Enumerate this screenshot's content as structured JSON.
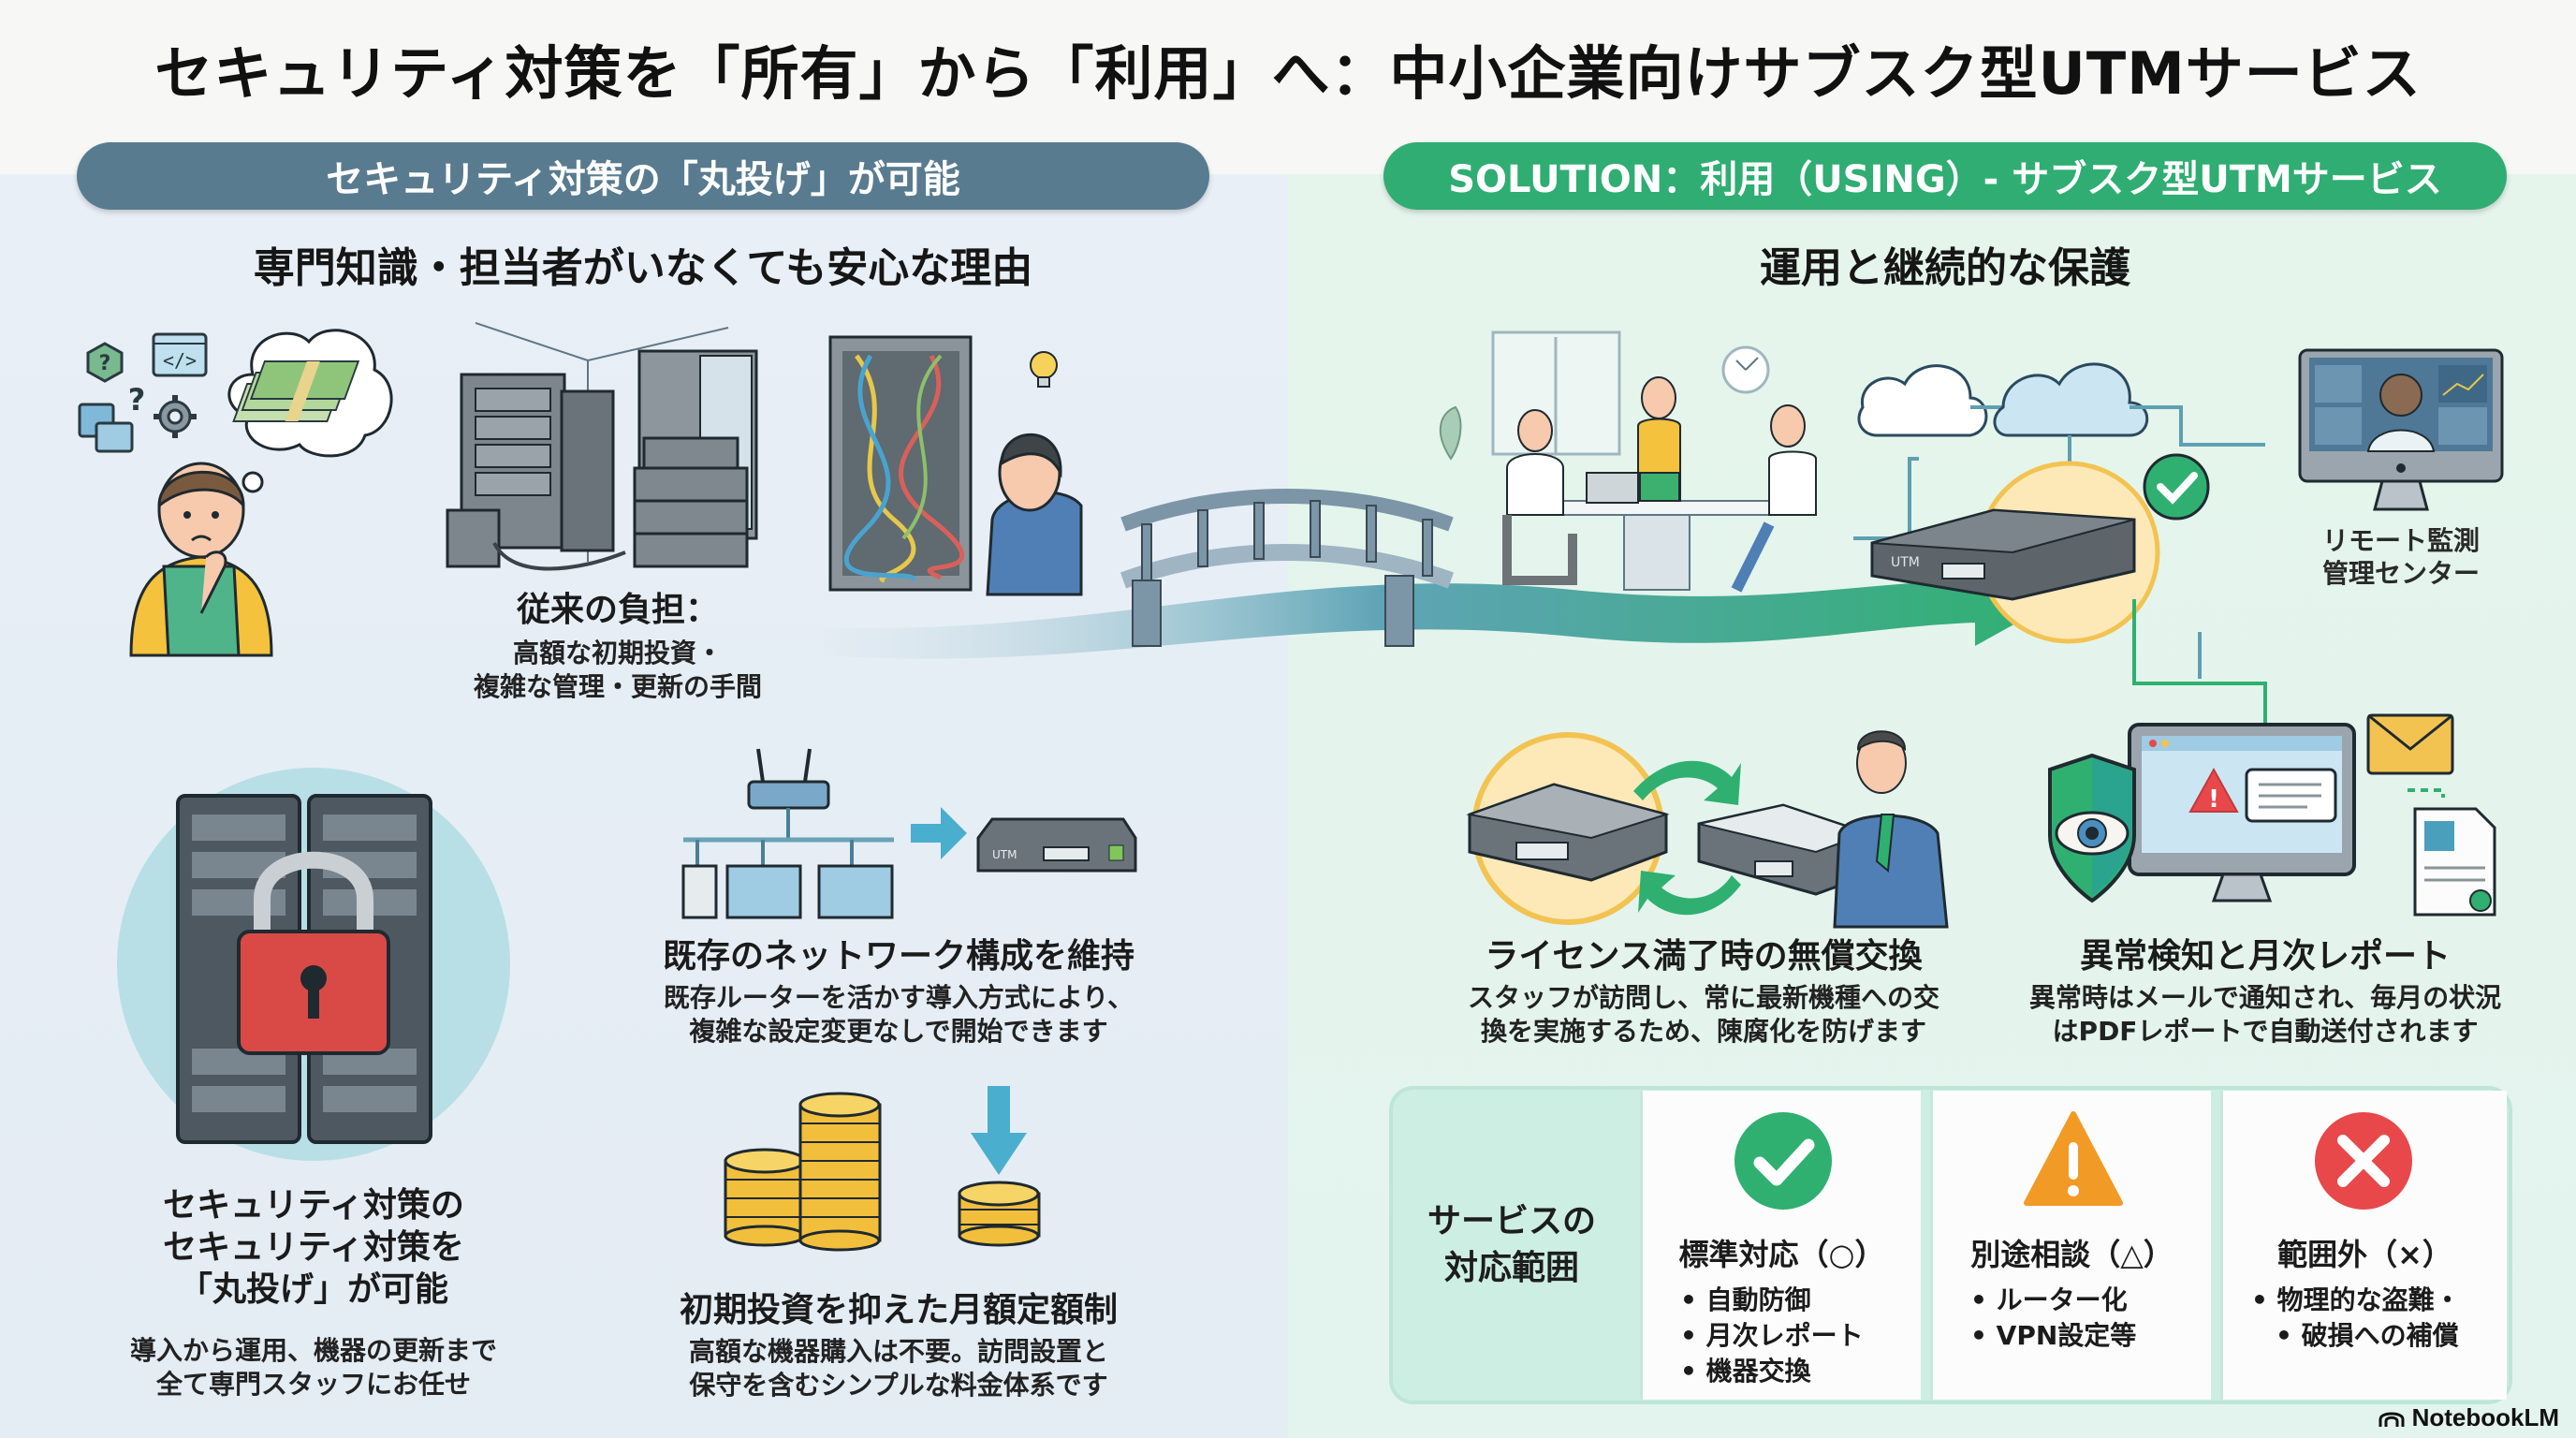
{
  "title": "セキュリティ対策を「所有」から「利用」へ：中小企業向けサブスク型UTMサービス",
  "left_panel": {
    "header": "セキュリティ対策の「丸投げ」が可能",
    "subtitle": "専門知識・担当者がいなくても安心な理由",
    "burden": {
      "title": "従来の負担：",
      "lines": [
        "高額な初期投資・",
        "複雑な管理・更新の手間"
      ]
    },
    "outsourcing": {
      "title_lines": [
        "セキュリティ対策の",
        "セキュリティ対策を",
        "「丸投げ」が可能"
      ],
      "body_lines": [
        "導入から運用、機器の更新まで",
        "全て専門スタッフにお任せ"
      ]
    },
    "network": {
      "title": "既存のネットワーク構成を維持",
      "body_lines": [
        "既存ルーターを活かす導入方式により、",
        "複雑な設定変更なしで開始できます"
      ],
      "device_label": "UTM"
    },
    "pricing": {
      "title": "初期投資を抑えた月額定額制",
      "body_lines": [
        "高額な機器購入は不要。訪問設置と",
        "保守を含むシンプルな料金体系です"
      ]
    }
  },
  "right_panel": {
    "header": "SOLUTION：利用（USING）- サブスク型UTMサービス",
    "subtitle": "運用と継続的な保護",
    "utm_label": "UTM",
    "remote_center": {
      "lines": [
        "リモート監測",
        "管理センター"
      ]
    },
    "replacement": {
      "title": "ライセンス満了時の無償交換",
      "body_lines": [
        "スタッフが訪問し、常に最新機種への交",
        "換を実施するため、陳腐化を防げます"
      ]
    },
    "monitoring": {
      "title": "異常検知と月次レポート",
      "body_lines": [
        "異常時はメールで通知され、毎月の状況",
        "はPDFレポートで自動送付されます"
      ]
    },
    "scope": {
      "label_lines": [
        "サービスの",
        "対応範囲"
      ],
      "columns": [
        {
          "icon": "check-circle-icon",
          "color": "#2fb070",
          "heading": "標準対応（○）",
          "items": [
            "自動防御",
            "月次レポート",
            "機器交換"
          ]
        },
        {
          "icon": "warning-triangle-icon",
          "color": "#f29a26",
          "heading": "別途相談（△）",
          "items": [
            "ルーター化",
            "VPN設定等"
          ]
        },
        {
          "icon": "x-circle-icon",
          "color": "#e8484a",
          "heading": "範囲外（×）",
          "items": [
            "物理的な盗難・",
            "破損への補償"
          ]
        }
      ]
    }
  },
  "branding": {
    "label": "NotebookLM"
  },
  "colors": {
    "left_header": "#597b8f",
    "right_header": "#2fad72",
    "left_bg": "#e8eff6",
    "right_bg": "#e5f5ec",
    "accent_green": "#2fb070",
    "accent_orange": "#f29a26",
    "accent_red": "#e8484a",
    "accent_blue": "#4aaecf"
  }
}
